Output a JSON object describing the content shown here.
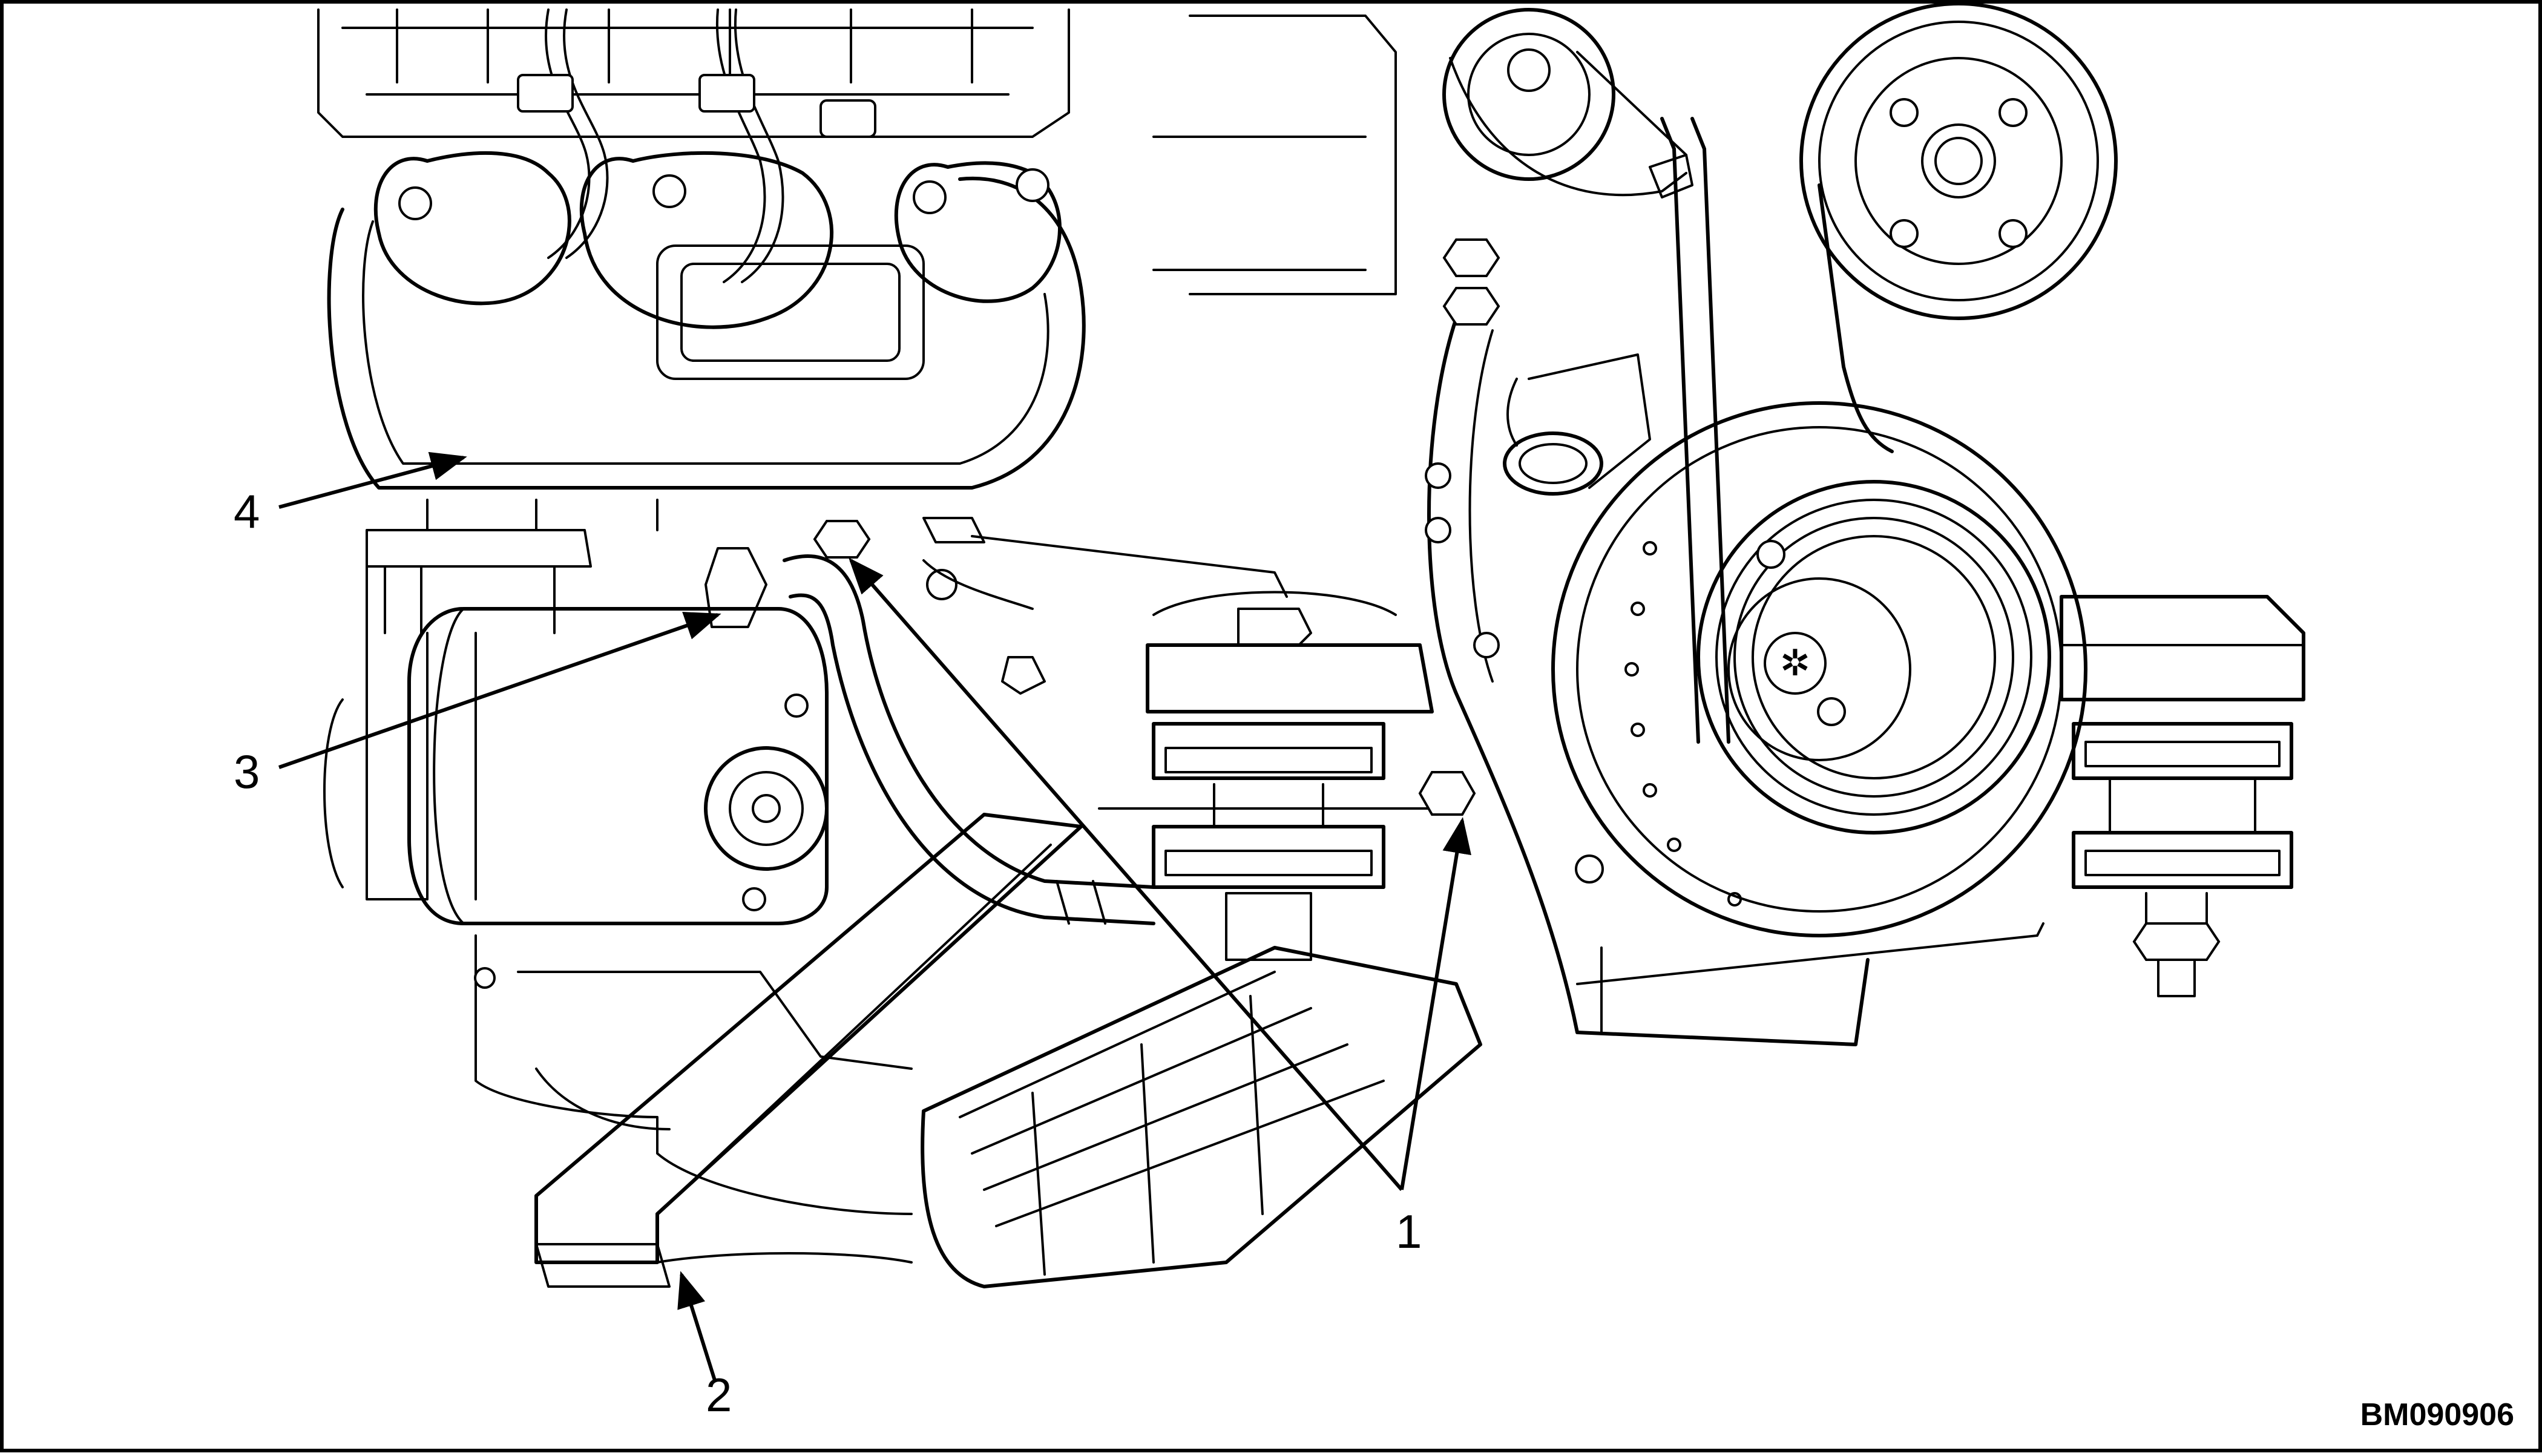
{
  "figure": {
    "id_code": "BM090906"
  },
  "callouts": [
    {
      "number": "1"
    },
    {
      "number": "2"
    },
    {
      "number": "3"
    },
    {
      "number": "4"
    }
  ]
}
